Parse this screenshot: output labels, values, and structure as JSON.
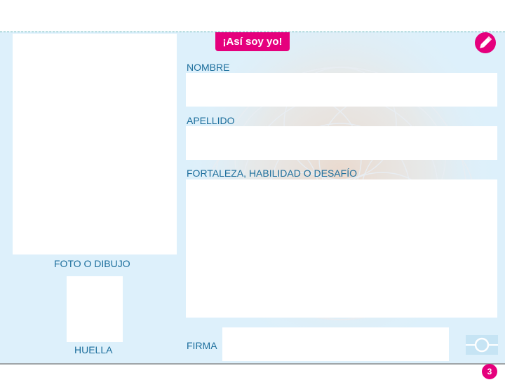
{
  "tab": {
    "title": "¡Así soy yo!"
  },
  "photo": {
    "label": "FOTO O DIBUJO"
  },
  "fingerprint": {
    "label": "HUELLA"
  },
  "fields": {
    "first_name": {
      "label": "NOMBRE",
      "value": ""
    },
    "last_name": {
      "label": "APELLIDO",
      "value": ""
    },
    "strength": {
      "label": "FORTALEZA, HABILIDAD O DESAFÍO",
      "value": ""
    },
    "signature": {
      "label": "FIRMA",
      "value": ""
    }
  },
  "icons": {
    "badge": "pencil-icon",
    "signature": "signature-pad-icon"
  },
  "colors": {
    "accent": "#e5007d",
    "card_background": "#ddf0fb",
    "label_text": "#1c6e9c",
    "dashed_border": "#5fb3b7"
  },
  "page": {
    "number": "3"
  }
}
